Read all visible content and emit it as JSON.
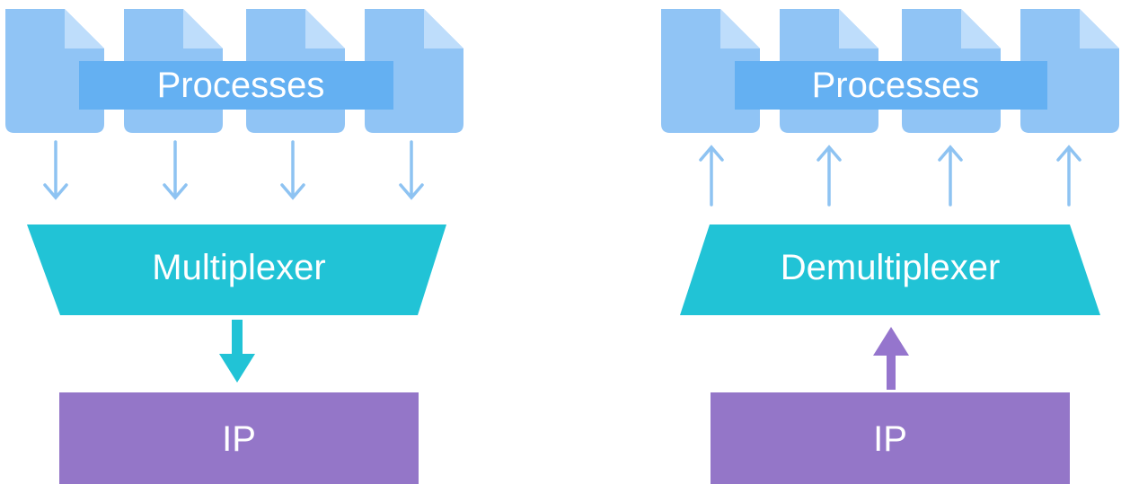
{
  "colors": {
    "page_fill": "#90C4F5",
    "page_fold": "#BEDDFB",
    "banner": "#64B0F2",
    "arrow_light": "#8EC3F2",
    "mux_fill": "#21C3D6",
    "ip_fill": "#9476C8",
    "ip_arrow": "#9575CD",
    "text": "#FFFFFF"
  },
  "left": {
    "processes_label": "Processes",
    "mux_label": "Multiplexer",
    "ip_label": "IP"
  },
  "right": {
    "processes_label": "Processes",
    "demux_label": "Demultiplexer",
    "ip_label": "IP"
  },
  "icons": {
    "page": "document-icon",
    "down": "arrow-down-icon",
    "up": "arrow-up-icon"
  }
}
